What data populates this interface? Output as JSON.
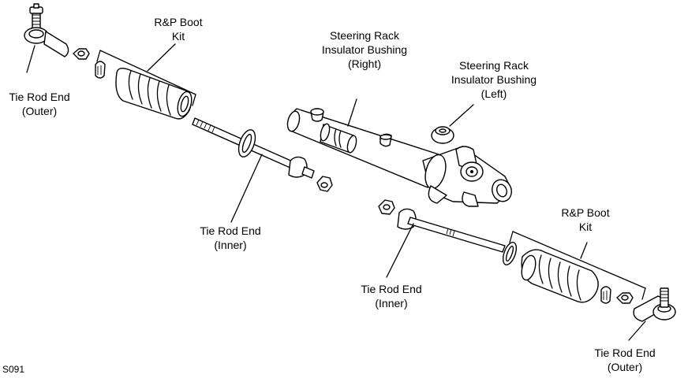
{
  "figure_code": "S091",
  "labels": {
    "tie_rod_end_outer_left": {
      "line1": "Tie Rod End",
      "line2": "(Outer)"
    },
    "rp_boot_kit_left": {
      "line1": "R&P Boot",
      "line2": "Kit"
    },
    "tie_rod_end_inner_left": {
      "line1": "Tie Rod End",
      "line2": "(Inner)"
    },
    "bushing_right": {
      "line1": "Steering Rack",
      "line2": "Insulator Bushing",
      "line3": "(Right)"
    },
    "bushing_left": {
      "line1": "Steering Rack",
      "line2": "Insulator Bushing",
      "line3": "(Left)"
    },
    "rp_boot_kit_right": {
      "line1": "R&P Boot",
      "line2": "Kit"
    },
    "tie_rod_end_inner_right": {
      "line1": "Tie Rod End",
      "line2": "(Inner)"
    },
    "tie_rod_end_outer_right": {
      "line1": "Tie Rod End",
      "line2": "(Outer)"
    }
  }
}
